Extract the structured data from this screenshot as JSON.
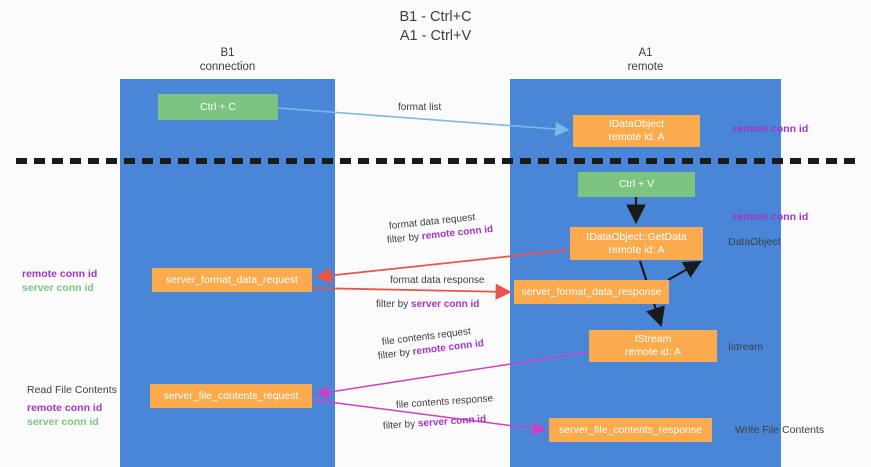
{
  "title": {
    "line1": "B1 - Ctrl+C",
    "line2": "A1 - Ctrl+V"
  },
  "lanes": [
    {
      "id": "b1",
      "name": "B1",
      "subtitle": "connection",
      "color": "#4a86d8"
    },
    {
      "id": "a1",
      "name": "A1",
      "subtitle": "remote",
      "color": "#4a86d8"
    }
  ],
  "colors": {
    "lane": "#4a86d8",
    "green_node": "#7cc47f",
    "orange_node": "#fbab4e",
    "purple_text": "#a633c6",
    "green_text": "#7cc47f",
    "blue_arrow": "#7eb6e8",
    "red_arrow": "#e8544a",
    "magenta_arrow": "#cf3fbf",
    "black_arrow": "#1a1a1a",
    "divider": "#1a1a1a",
    "background": "#fbfbfb"
  },
  "nodes": {
    "ctrl_c": {
      "line1": "Ctrl + C",
      "line2": "",
      "style": "green"
    },
    "idataobject": {
      "line1": "IDataObject",
      "line2": "remote id: A",
      "style": "orange"
    },
    "ctrl_v": {
      "line1": "Ctrl + V",
      "line2": "",
      "style": "green"
    },
    "getdata": {
      "line1": "IDataObject::GetData",
      "line2": "remote id: A",
      "style": "orange"
    },
    "server_format_data_request": {
      "line1": "server_format_data_request",
      "line2": "",
      "style": "orange"
    },
    "server_format_data_response": {
      "line1": "server_format_data_response",
      "line2": "",
      "style": "orange"
    },
    "istream": {
      "line1": "IStream",
      "line2": "remote id: A",
      "style": "orange"
    },
    "server_file_contents_request": {
      "line1": "server_file_contents_request",
      "line2": "",
      "style": "orange"
    },
    "server_file_contents_response": {
      "line1": "server_file_contents_response",
      "line2": "",
      "style": "orange"
    }
  },
  "edges": {
    "format_list": {
      "label": "format list"
    },
    "format_data_request": {
      "label": "format data request",
      "filter_prefix": "filter by ",
      "filter_key": "remote conn id"
    },
    "format_data_response": {
      "label": "format data response",
      "filter_prefix": "filter by ",
      "filter_key": "server conn id"
    },
    "file_contents_request": {
      "label": "file contents request",
      "filter_prefix": "filter by ",
      "filter_key": "remote conn id"
    },
    "file_contents_response": {
      "label": "file contents response",
      "filter_prefix": "filter by ",
      "filter_key": "server conn id"
    }
  },
  "annotations": {
    "remote_conn_id_top": "remote conn id",
    "remote_conn_id_mid": "remote conn id",
    "dataobject": "DataObject",
    "istream_right": "Istream",
    "write_file_contents": "Write File Contents",
    "read_file_contents": "Read File Contents",
    "left_remote_conn_id": "remote conn id",
    "left_server_conn_id": "server conn id",
    "left_remote_conn_id_2": "remote conn id",
    "left_server_conn_id_2": "server conn id"
  }
}
